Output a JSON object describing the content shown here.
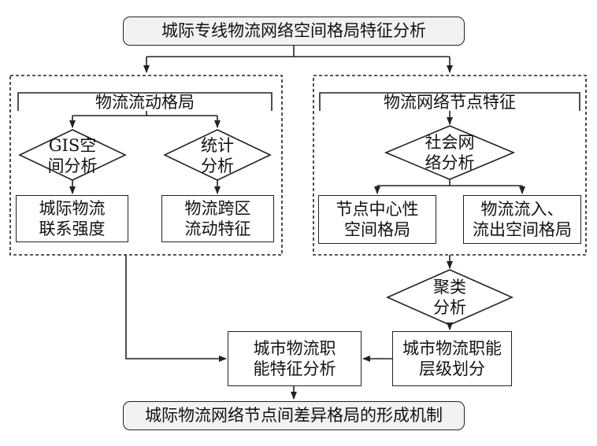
{
  "title": "城际专线物流网络空间格局特征分析",
  "left_group": {
    "header": "物流流动格局",
    "decision_left": "GIS空\n间分析",
    "decision_right": "统计\n分析",
    "box_left": "城际物流\n联系强度",
    "box_right": "物流跨区\n流动特征"
  },
  "right_group": {
    "header": "物流网络节点特征",
    "decision": "社会网\n络分析",
    "box_left": "节点中心性\n空间格局",
    "box_right": "物流流入、\n流出空间格局"
  },
  "cluster_decision": "聚类\n分析",
  "hierarchy_box": "城市物流职能\n层级划分",
  "function_box": "城市物流职\n能特征分析",
  "bottom": "城际物流网络节点间差异格局的形成机制"
}
